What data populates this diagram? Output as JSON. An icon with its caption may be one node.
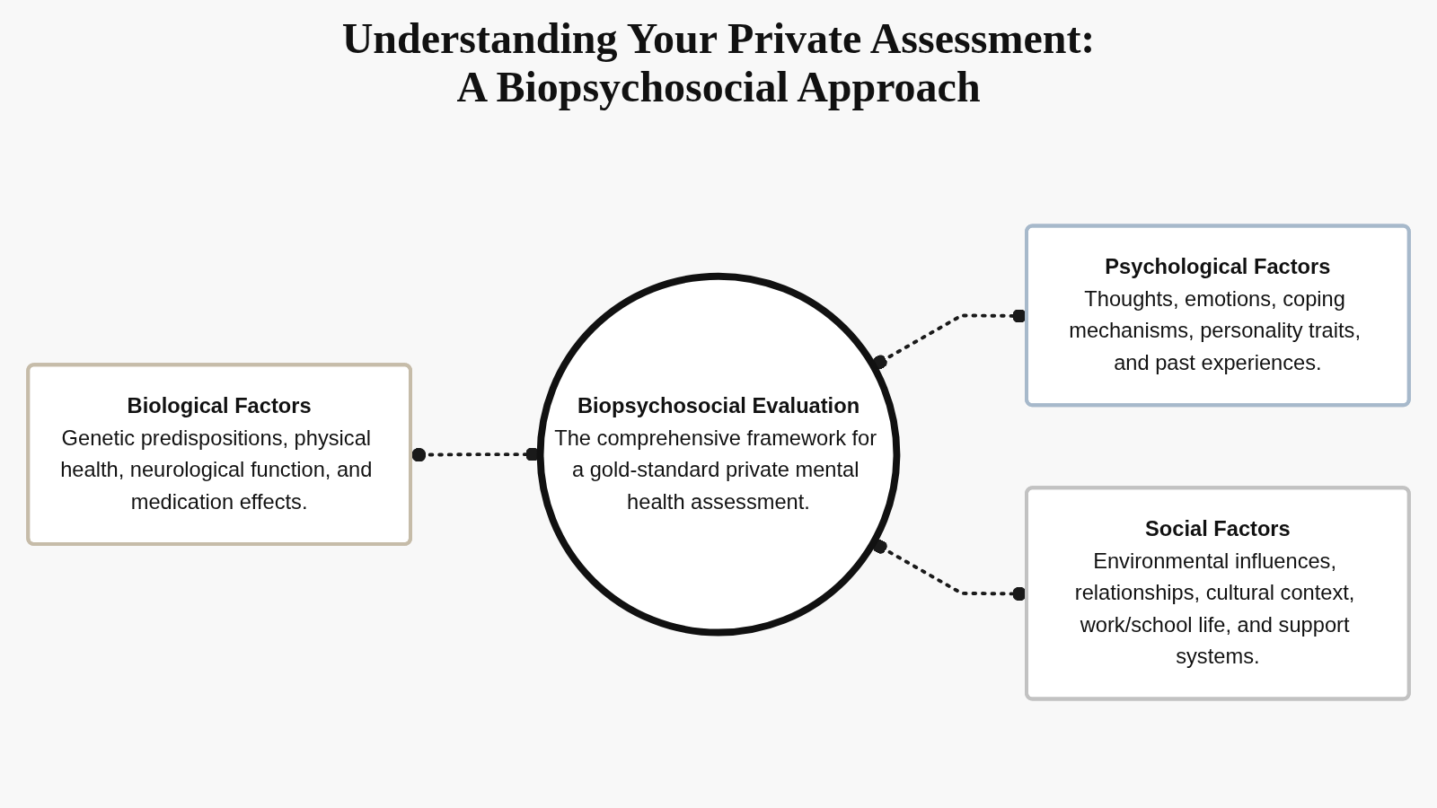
{
  "diagram": {
    "title": "Understanding Your Private Assessment: A Biopsychosocial Approach",
    "nodes": [
      {
        "text": [
          "Biological Factors",
          "Genetic predispositions, physical health, neurological function, and medication effects."
        ]
      },
      {
        "text": [
          "Biopsychosocial Evaluation",
          "The comprehensive framework for a gold-standard private mental health assessment."
        ]
      },
      {
        "text": [
          "Psychological Factors",
          "Thoughts, emotions, coping mechanisms, personality traits, and past experiences."
        ]
      },
      {
        "text": [
          "Social Factors",
          "Environmental influences, relationships, cultural context, work/school life, and support systems."
        ]
      }
    ],
    "edges": [
      {
        "from": 0,
        "to": 1,
        "arrow": "other",
        "style": "dashed"
      },
      {
        "from": 1,
        "to": 2,
        "arrow": "other",
        "style": "dashed"
      },
      {
        "from": 1,
        "to": 3,
        "arrow": "other",
        "style": "dashed"
      }
    ]
  }
}
